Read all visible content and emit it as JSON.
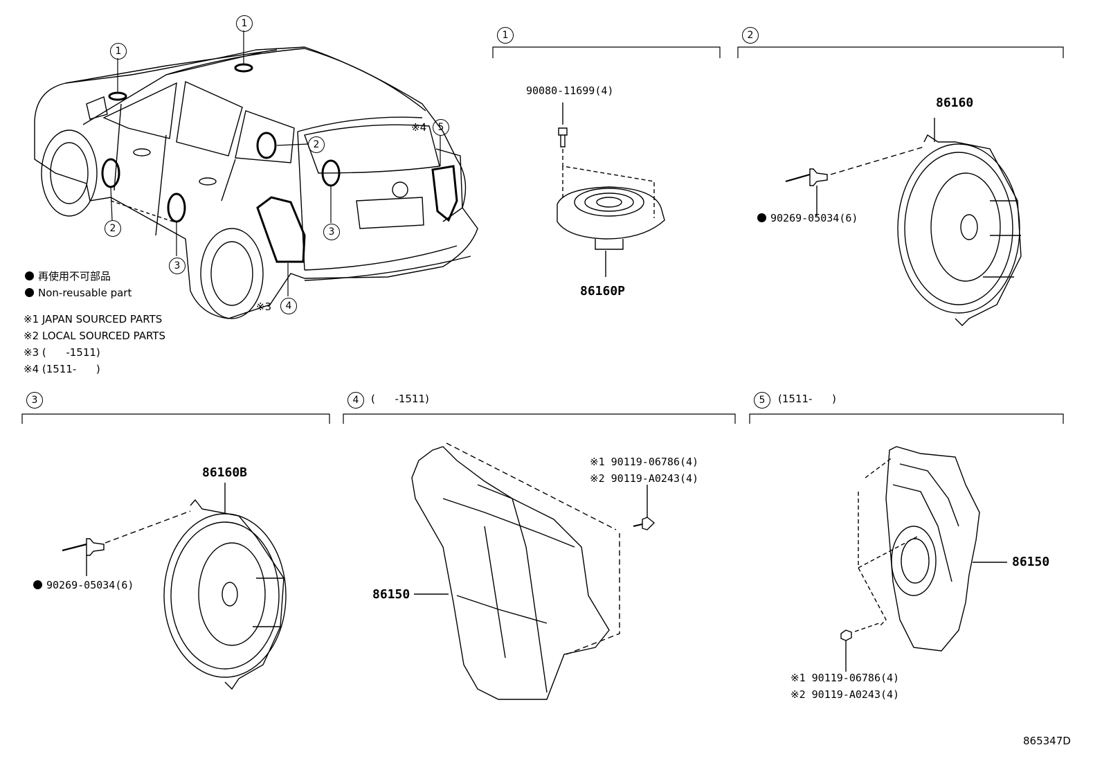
{
  "callouts": {
    "c1": "1",
    "c2": "2",
    "c3": "3",
    "c4": "4",
    "c5": "5"
  },
  "marks": {
    "m3": "※3",
    "m4": "※4"
  },
  "legend": {
    "non_reusable_jp": "再使用不可部品",
    "non_reusable_en": "Non-reusable part",
    "note1": "※1 JAPAN SOURCED PARTS",
    "note2": "※2 LOCAL SOURCED PARTS",
    "note3": "※3 (      -1511)",
    "note4": "※4 (1511-      )"
  },
  "sections": {
    "s4_range": "(      -1511)",
    "s5_range": "(1511-      )"
  },
  "parts": {
    "screw_1": "90080-11699(4)",
    "tweeter": "86160P",
    "front_speaker": "86160",
    "rivet_2": "90269-05034(6)",
    "rear_speaker": "86160B",
    "rivet_3": "90269-05034(6)",
    "box_4": "86150",
    "screw_4a": "※1 90119-06786(4)",
    "screw_4b": "※2 90119-A0243(4)",
    "box_5": "86150",
    "screw_5a": "※1 90119-06786(4)",
    "screw_5b": "※2 90119-A0243(4)"
  },
  "diagram_id": "865347D"
}
